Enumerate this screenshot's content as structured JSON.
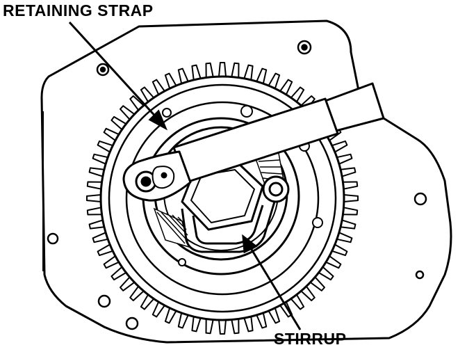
{
  "callouts": {
    "retaining_strap": "RETAINING STRAP",
    "stirrup": "STIRRUP"
  },
  "colors": {
    "ink": "#000000",
    "paper": "#ffffff"
  },
  "parts": {
    "ring_gear_teeth": 60
  }
}
